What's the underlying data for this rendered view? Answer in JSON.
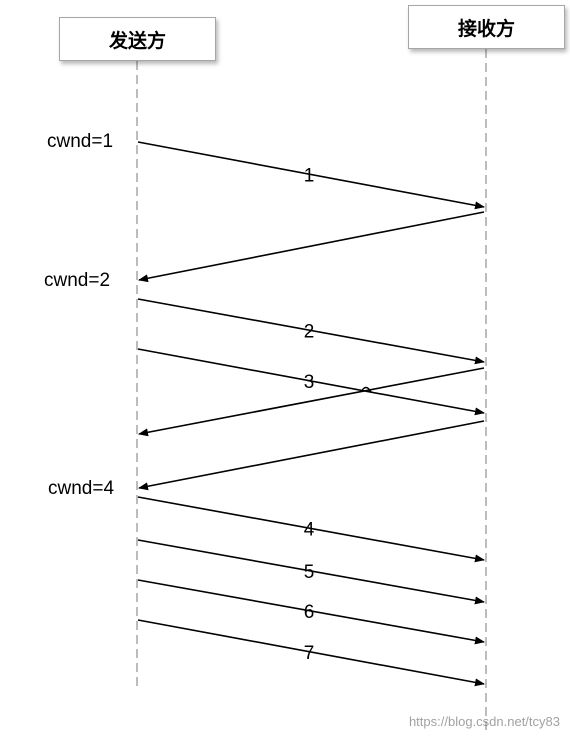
{
  "participants": {
    "sender": "发送方",
    "receiver": "接收方"
  },
  "windows": [
    {
      "label": "cwnd=1"
    },
    {
      "label": "cwnd=2"
    },
    {
      "label": "cwnd=4"
    }
  ],
  "segments": [
    "1",
    "2",
    "3",
    "4",
    "5",
    "6",
    "7"
  ],
  "watermark": "https://blog.csdn.net/tcy83",
  "colors": {
    "lifeline": "#a6a6a6",
    "arrow": "#000000",
    "box_border": "#a6a6a6"
  }
}
